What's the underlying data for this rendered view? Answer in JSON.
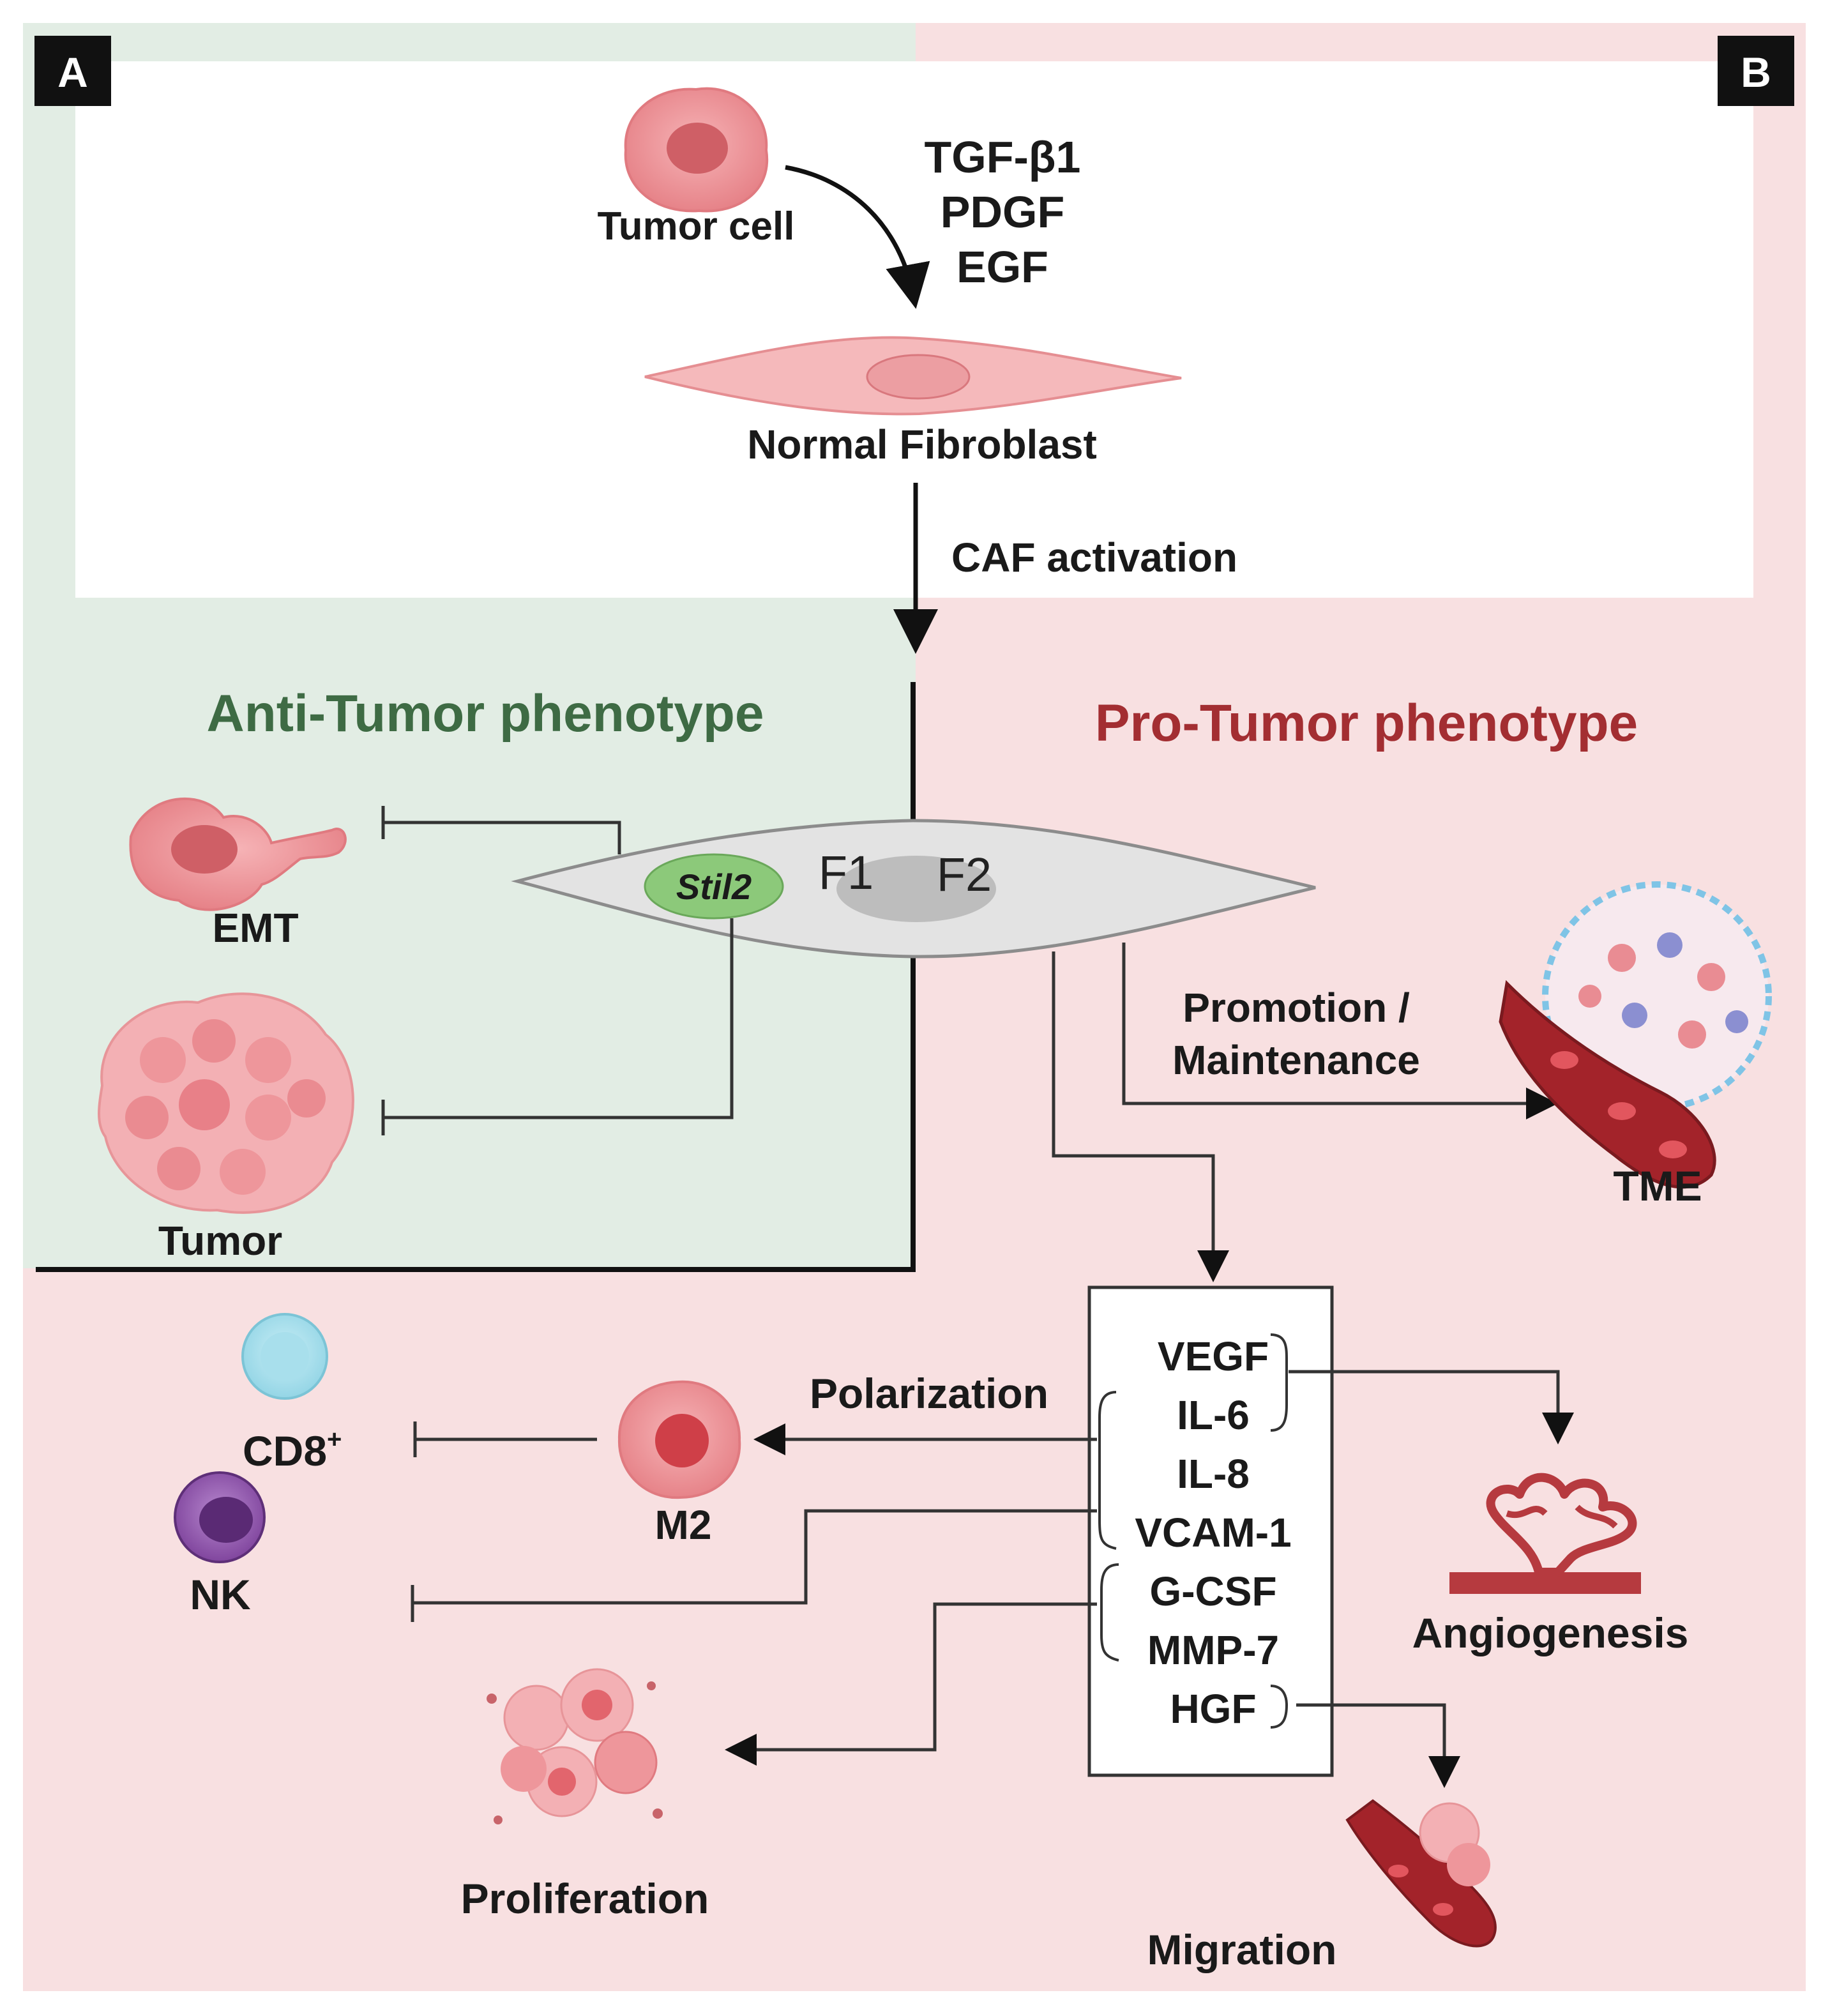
{
  "panels": {
    "a_label": "A",
    "b_label": "B"
  },
  "top": {
    "tumor_cell": "Tumor cell",
    "factors": [
      "TGF-β1",
      "PDGF",
      "EGF"
    ],
    "normal_fibroblast": "Normal Fibroblast",
    "caf_activation": "CAF activation"
  },
  "anti": {
    "title": "Anti-Tumor phenotype",
    "emt": "EMT",
    "tumor": "Tumor",
    "stil2": "Stil2"
  },
  "pro": {
    "title": "Pro-Tumor phenotype",
    "f1": "F1",
    "f2": "F2",
    "promotion": "Promotion /",
    "maintenance": "Maintenance",
    "tme": "TME"
  },
  "secreted_factors": [
    "VEGF",
    "IL-6",
    "IL-8",
    "VCAM-1",
    "G-CSF",
    "MMP-7",
    "HGF"
  ],
  "effects": {
    "polarization": "Polarization",
    "m2": "M2",
    "cd8": "CD8",
    "cd8_sup": "+",
    "nk": "NK",
    "proliferation": "Proliferation",
    "angiogenesis": "Angiogenesis",
    "migration": "Migration"
  },
  "colors": {
    "green_bg": "#e2ede4",
    "pink_bg": "#f8e0e1",
    "anti_title": "#3e6b44",
    "pro_title": "#a32e32",
    "stil2_fill": "#8cc97a",
    "cell_pink": "#ec8e92"
  }
}
